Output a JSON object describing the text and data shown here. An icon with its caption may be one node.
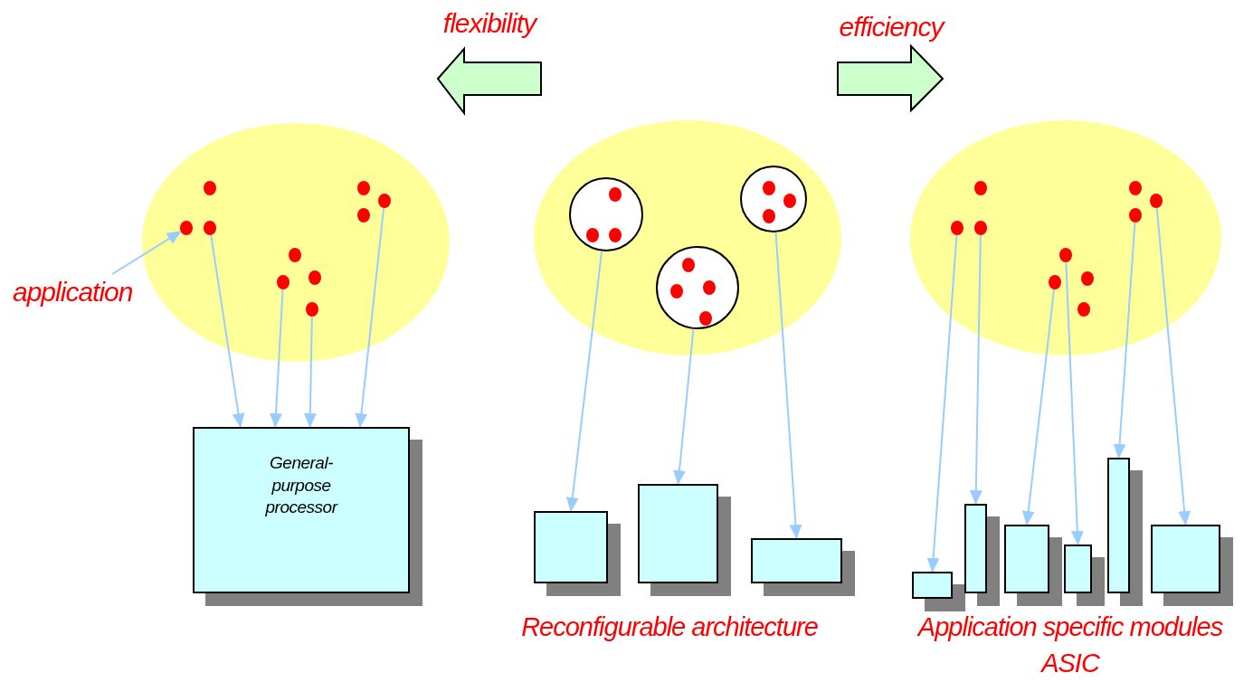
{
  "diagram": {
    "nodes": [
      {
        "text": [
          "application"
        ]
      },
      {
        "text": [],
        "shape": "ellipse"
      },
      {
        "text": [],
        "shape": "circle",
        "in": 1
      },
      {
        "text": [],
        "shape": "circle",
        "in": 1
      },
      {
        "text": [],
        "shape": "circle",
        "in": 1
      },
      {
        "text": [],
        "shape": "circle",
        "in": 1
      },
      {
        "text": [],
        "shape": "circle",
        "in": 1
      },
      {
        "text": [],
        "shape": "circle",
        "in": 1
      },
      {
        "text": [],
        "shape": "circle",
        "in": 1
      },
      {
        "text": [],
        "shape": "circle",
        "in": 1
      },
      {
        "text": [],
        "shape": "circle",
        "in": 1
      },
      {
        "text": [],
        "shape": "circle",
        "in": 1
      },
      {
        "text": [
          "General-purpose processor"
        ]
      },
      {
        "text": [],
        "shape": "ellipse"
      },
      {
        "text": [],
        "shape": "circle",
        "in": 13
      },
      {
        "text": [],
        "shape": "circle",
        "in": 14
      },
      {
        "text": [],
        "shape": "circle",
        "in": 14
      },
      {
        "text": [],
        "shape": "circle",
        "in": 14
      },
      {
        "text": [],
        "shape": "circle",
        "in": 13
      },
      {
        "text": [],
        "shape": "circle",
        "in": 18
      },
      {
        "text": [],
        "shape": "circle",
        "in": 18
      },
      {
        "text": [],
        "shape": "circle",
        "in": 18
      },
      {
        "text": [],
        "shape": "circle",
        "in": 13
      },
      {
        "text": [],
        "shape": "circle",
        "in": 22
      },
      {
        "text": [],
        "shape": "circle",
        "in": 22
      },
      {
        "text": [],
        "shape": "circle",
        "in": 22
      },
      {
        "text": [],
        "shape": "circle",
        "in": 22
      },
      {
        "text": [],
        "shape": "box"
      },
      {
        "text": [],
        "shape": "box"
      },
      {
        "text": [],
        "shape": "box"
      },
      {
        "text": [],
        "shape": "ellipse"
      },
      {
        "text": [],
        "shape": "circle",
        "in": 30
      },
      {
        "text": [],
        "shape": "circle",
        "in": 30
      },
      {
        "text": [],
        "shape": "circle",
        "in": 30
      },
      {
        "text": [],
        "shape": "circle",
        "in": 30
      },
      {
        "text": [],
        "shape": "circle",
        "in": 30
      },
      {
        "text": [],
        "shape": "circle",
        "in": 30
      },
      {
        "text": [],
        "shape": "circle",
        "in": 30
      },
      {
        "text": [],
        "shape": "circle",
        "in": 30
      },
      {
        "text": [],
        "shape": "circle",
        "in": 30
      },
      {
        "text": [],
        "shape": "circle",
        "in": 30
      },
      {
        "text": [],
        "shape": "box"
      },
      {
        "text": [],
        "shape": "box"
      },
      {
        "text": [],
        "shape": "box"
      },
      {
        "text": [],
        "shape": "box"
      },
      {
        "text": [],
        "shape": "box"
      },
      {
        "text": [],
        "shape": "box"
      }
    ],
    "edges": [
      {
        "from": 0,
        "to": 6,
        "arrow": "to"
      },
      {
        "from": 7,
        "to": 12,
        "arrow": "to"
      },
      {
        "from": 10,
        "to": 12,
        "arrow": "to"
      },
      {
        "from": 11,
        "to": 12,
        "arrow": "to"
      },
      {
        "from": 4,
        "to": 12,
        "arrow": "to"
      },
      {
        "from": 14,
        "to": 27,
        "arrow": "to"
      },
      {
        "from": 22,
        "to": 28,
        "arrow": "to"
      },
      {
        "from": 18,
        "to": 29,
        "arrow": "to"
      },
      {
        "from": 35,
        "to": 41,
        "arrow": "to"
      },
      {
        "from": 36,
        "to": 42,
        "arrow": "to"
      },
      {
        "from": 39,
        "to": 43,
        "arrow": "to"
      },
      {
        "from": 37,
        "to": 44,
        "arrow": "to"
      },
      {
        "from": 34,
        "to": 45,
        "arrow": "to"
      },
      {
        "from": 33,
        "to": 46,
        "arrow": "to"
      }
    ],
    "labels": [
      "flexibility",
      "efficiency",
      "Reconfigurable architecture",
      "Application specific modules",
      "ASIC"
    ]
  }
}
